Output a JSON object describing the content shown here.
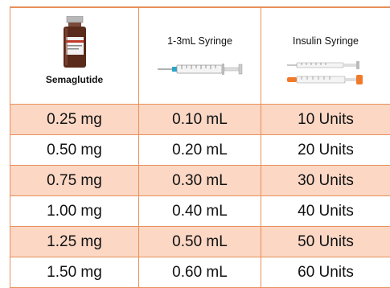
{
  "header": {
    "col1_label": "Semaglutide",
    "col2_label": "1-3mL Syringe",
    "col3_label": "Insulin Syringe",
    "icons": [
      "medication-vial-icon",
      "standard-syringe-icon",
      "insulin-syringe-icon"
    ]
  },
  "rows": [
    {
      "dose": "0.25 mg",
      "ml": "0.10 mL",
      "units": "10 Units"
    },
    {
      "dose": "0.50 mg",
      "ml": "0.20 mL",
      "units": "20 Units"
    },
    {
      "dose": "0.75 mg",
      "ml": "0.30 mL",
      "units": "30 Units"
    },
    {
      "dose": "1.00 mg",
      "ml": "0.40 mL",
      "units": "40 Units"
    },
    {
      "dose": "1.25 mg",
      "ml": "0.50 mL",
      "units": "50 Units"
    },
    {
      "dose": "1.50 mg",
      "ml": "0.60 mL",
      "units": "60 Units"
    }
  ],
  "colors": {
    "border": "#e8905a",
    "shade": "#fbd7c4",
    "vial_glass": "#5a2a1a",
    "insulin_cap": "#f07a2a"
  }
}
